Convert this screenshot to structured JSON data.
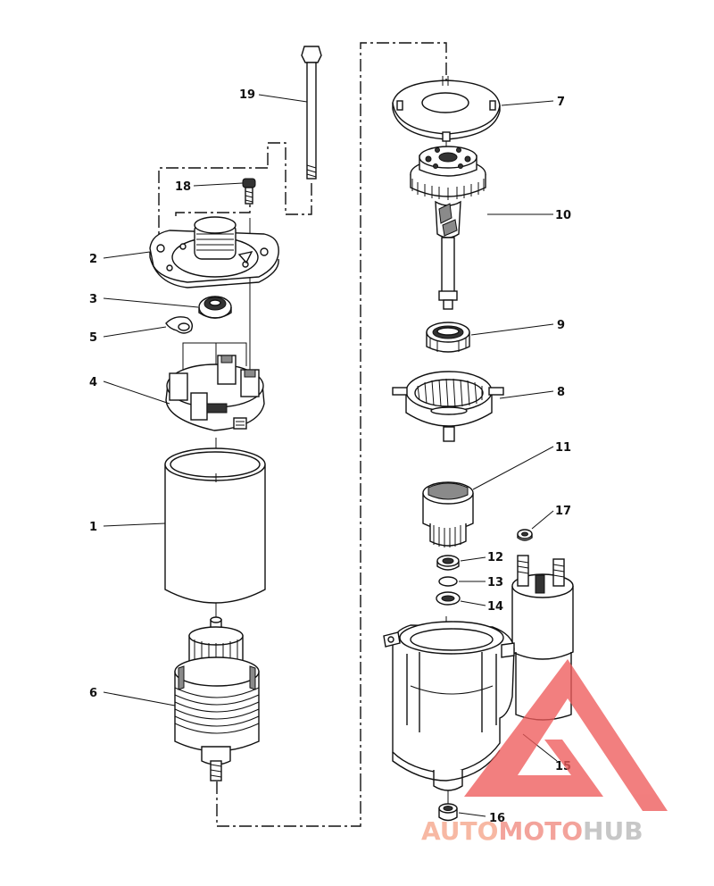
{
  "parts": [
    {
      "id": "1",
      "label": "1"
    },
    {
      "id": "2",
      "label": "2"
    },
    {
      "id": "3",
      "label": "3"
    },
    {
      "id": "4",
      "label": "4"
    },
    {
      "id": "5",
      "label": "5"
    },
    {
      "id": "6",
      "label": "6"
    },
    {
      "id": "7",
      "label": "7"
    },
    {
      "id": "8",
      "label": "8"
    },
    {
      "id": "9",
      "label": "9"
    },
    {
      "id": "10",
      "label": "10"
    },
    {
      "id": "11",
      "label": "11"
    },
    {
      "id": "12",
      "label": "12"
    },
    {
      "id": "13",
      "label": "13"
    },
    {
      "id": "14",
      "label": "14"
    },
    {
      "id": "15",
      "label": "15"
    },
    {
      "id": "16",
      "label": "16"
    },
    {
      "id": "17",
      "label": "17"
    },
    {
      "id": "18",
      "label": "18"
    },
    {
      "id": "19",
      "label": "19"
    }
  ],
  "watermark": {
    "text_auto": "AUTO",
    "text_moto": "MOTO",
    "text_hub": "HUB",
    "color_auto": "#f5a58a",
    "color_moto": "#f08a80",
    "color_hub": "#b8b8b8",
    "triangle_color": "#ee5b5b"
  }
}
